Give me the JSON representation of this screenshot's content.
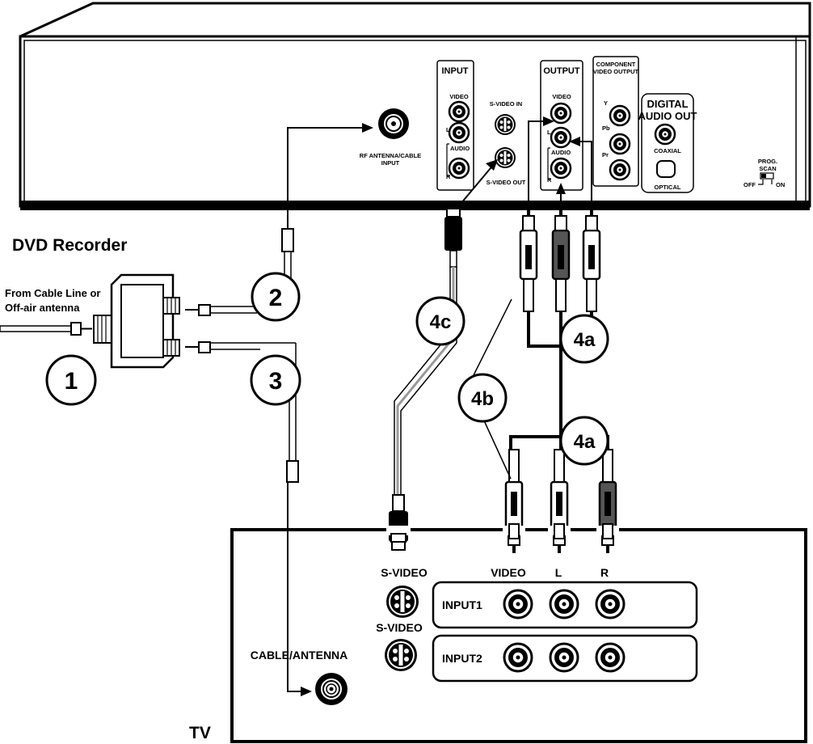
{
  "recorder": {
    "title": "DVD Recorder",
    "rf_input_line1": "RF ANTENNA/CABLE",
    "rf_input_line2": "INPUT",
    "input_panel": {
      "title": "INPUT",
      "video": "VIDEO",
      "l": "L",
      "audio": "AUDIO",
      "r": "R"
    },
    "svideo_in": "S-VIDEO IN",
    "svideo_out": "S-VIDEO OUT",
    "output_panel": {
      "title": "OUTPUT",
      "video": "VIDEO",
      "l": "L",
      "audio": "AUDIO",
      "r": "R"
    },
    "component_panel": {
      "title_line1": "COMPONENT",
      "title_line2": "VIDEO OUTPUT",
      "y": "Y",
      "pb": "Pb",
      "pr": "Pr"
    },
    "digital_panel": {
      "title_line1": "DIGITAL",
      "title_line2": "AUDIO OUT",
      "coaxial": "COAXIAL",
      "optical": "OPTICAL"
    },
    "prog_scan": {
      "line1": "PROG.",
      "line2": "SCAN",
      "off": "OFF",
      "on": "ON"
    }
  },
  "source": {
    "line1": "From Cable Line or",
    "line2": "Off-air antenna"
  },
  "callouts": {
    "c1": "1",
    "c2": "2",
    "c3": "3",
    "c4a_top": "4a",
    "c4a_bottom": "4a",
    "c4b": "4b",
    "c4c": "4c"
  },
  "tv": {
    "title": "TV",
    "svideo_1": "S-VIDEO",
    "svideo_2": "S-VIDEO",
    "video": "VIDEO",
    "l": "L",
    "r": "R",
    "input1": "INPUT1",
    "input2": "INPUT2",
    "cable_antenna": "CABLE/ANTENNA"
  },
  "icons": [
    "rca-jack-icon",
    "svideo-jack-icon",
    "coax-connector-icon",
    "splitter-icon",
    "toggle-switch-icon",
    "arrow-icon"
  ],
  "colors": {
    "line": "#000000",
    "gray": "#888888",
    "bg": "#ffffff"
  }
}
